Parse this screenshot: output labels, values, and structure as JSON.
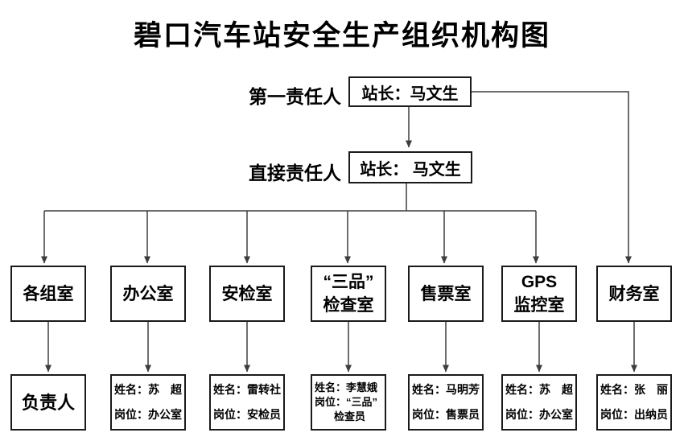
{
  "title": "碧口汽车站安全生产组织机构图",
  "levels": {
    "first": {
      "label": "第一责任人",
      "box": "站长：马文生"
    },
    "direct": {
      "label": "直接责任人",
      "box": "站长： 马文生"
    }
  },
  "departments": [
    {
      "name": [
        "各组室"
      ],
      "staff": [
        "负责人"
      ]
    },
    {
      "name": [
        "办公室"
      ],
      "staff": [
        "姓名：苏　超",
        "岗位：办公室"
      ]
    },
    {
      "name": [
        "安检室"
      ],
      "staff": [
        "姓名：雷转社",
        "岗位：安检员"
      ]
    },
    {
      "name": [
        "“三品”",
        "检查室"
      ],
      "staff": [
        "姓名：李慧娥",
        "岗位：“三品”",
        "检查员"
      ]
    },
    {
      "name": [
        "售票室"
      ],
      "staff": [
        "姓名：马明芳",
        "岗位：售票员"
      ]
    },
    {
      "name": [
        "GPS",
        "监控室"
      ],
      "staff": [
        "姓名：苏　超",
        "岗位：办公室"
      ]
    },
    {
      "name": [
        "财务室"
      ],
      "staff": [
        "姓名：张　丽",
        "岗位：出纳员"
      ]
    }
  ],
  "colors": {
    "background": "#ffffff",
    "text": "#000000",
    "box_border": "#1a1a1a",
    "connector_line": "#3d3d3d"
  }
}
